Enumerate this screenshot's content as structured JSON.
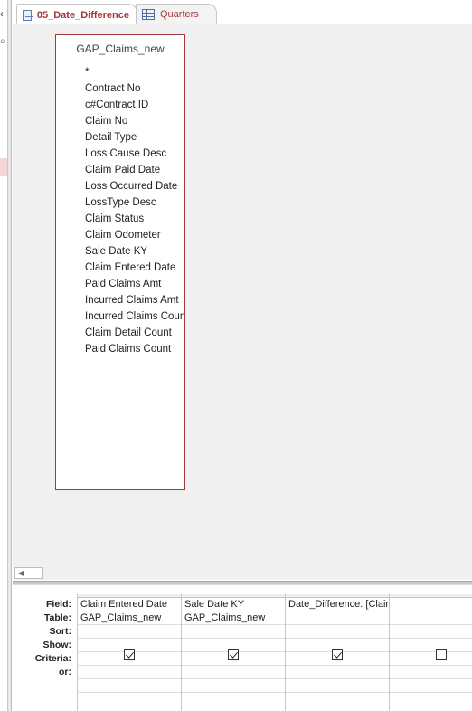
{
  "tabs": [
    {
      "label": "05_Date_Difference",
      "icon": "query-icon",
      "active": true
    },
    {
      "label": "Quarters",
      "icon": "table-icon",
      "active": false
    }
  ],
  "table": {
    "title": "GAP_Claims_new",
    "fields": [
      "*",
      "Contract No",
      "c#Contract ID",
      "Claim No",
      "Detail Type",
      "Loss Cause Desc",
      "Claim Paid Date",
      "Loss Occurred Date",
      "LossType Desc",
      "Claim Status",
      "Claim Odometer",
      "Sale Date KY",
      "Claim Entered Date",
      "Paid Claims Amt",
      "Incurred Claims Amt",
      "Incurred Claims Count",
      "Claim Detail Count",
      "Paid Claims Count"
    ]
  },
  "grid": {
    "row_labels": [
      "Field:",
      "Table:",
      "Sort:",
      "Show:",
      "Criteria:",
      "or:"
    ],
    "columns": [
      {
        "field": "Claim Entered Date",
        "table": "GAP_Claims_new",
        "show": true
      },
      {
        "field": "Sale Date KY",
        "table": "GAP_Claims_new",
        "show": true
      },
      {
        "field": "Date_Difference: [Claim Entered Date]",
        "table": "",
        "show": true
      },
      {
        "field": "",
        "table": "",
        "show": false
      }
    ]
  },
  "colors": {
    "accent": "#a4373a",
    "canvas": "#f0f0f0"
  }
}
